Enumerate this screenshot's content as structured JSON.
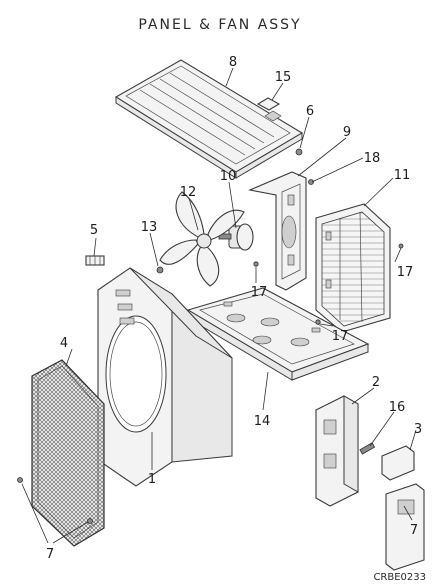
{
  "title": "PANEL & FAN ASSY",
  "drawing_code": "CRBE0233",
  "callouts": {
    "c1": "1",
    "c2": "2",
    "c3": "3",
    "c4": "4",
    "c5": "5",
    "c6": "6",
    "c7a": "7",
    "c7b": "7",
    "c8": "8",
    "c9": "9",
    "c10": "10",
    "c11": "11",
    "c12": "12",
    "c13": "13",
    "c14": "14",
    "c15": "15",
    "c16": "16",
    "c17a": "17",
    "c17b": "17",
    "c17c": "17",
    "c18": "18"
  }
}
